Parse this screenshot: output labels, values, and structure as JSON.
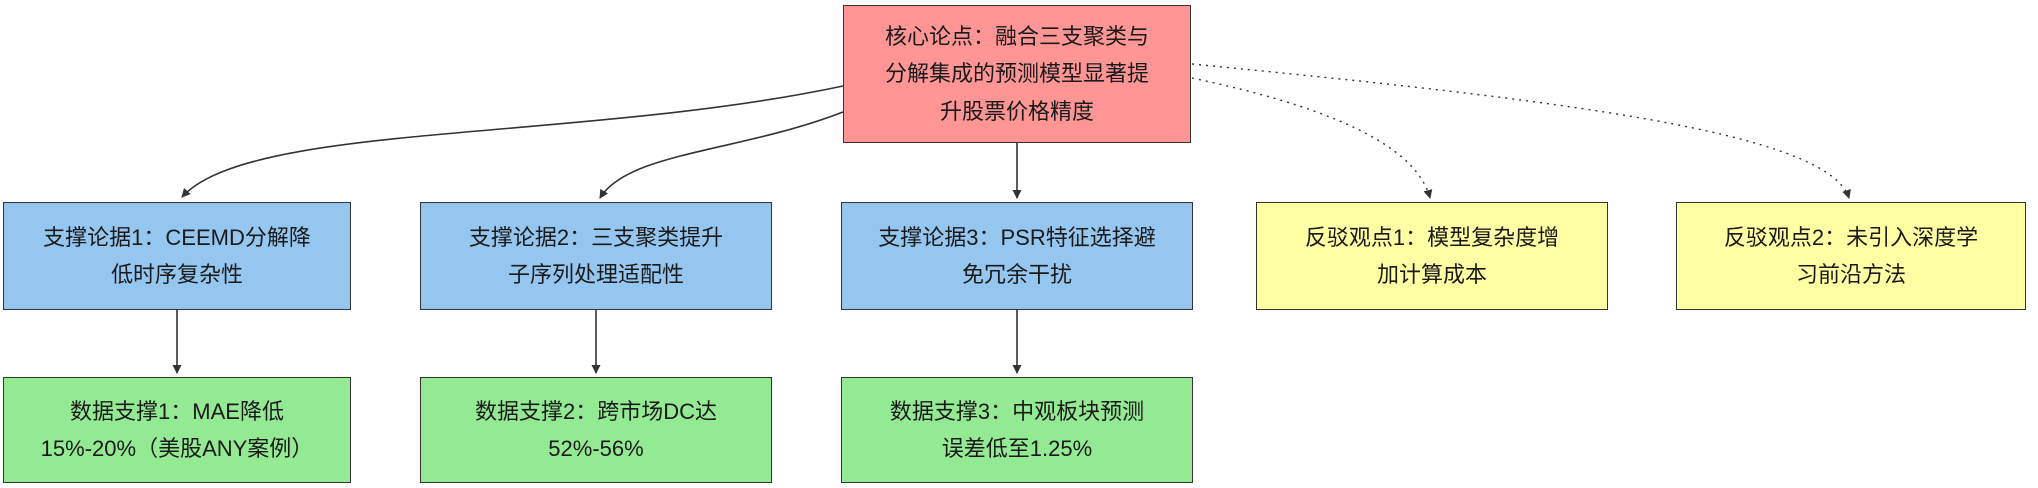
{
  "diagram": {
    "title": "argument-map",
    "colors": {
      "core_fill": "#ff9595",
      "support_fill": "#94c6f0",
      "counter_fill": "#ffffa3",
      "data_fill": "#93ea93",
      "border": "#333333",
      "edge": "#333333",
      "background": "#ffffff"
    },
    "nodes": {
      "core": {
        "role": "core-claim",
        "text": "核心论点：融合三支聚类与\n分解集成的预测模型显著提\n升股票价格精度"
      },
      "support1": {
        "role": "supporting-point",
        "text": "支撑论据1：CEEMD分解降\n低时序复杂性"
      },
      "support2": {
        "role": "supporting-point",
        "text": "支撑论据2：三支聚类提升\n子序列处理适配性"
      },
      "support3": {
        "role": "supporting-point",
        "text": "支撑论据3：PSR特征选择避\n免冗余干扰"
      },
      "counter1": {
        "role": "counter-point",
        "text": "反驳观点1：模型复杂度增\n加计算成本"
      },
      "counter2": {
        "role": "counter-point",
        "text": "反驳观点2：未引入深度学\n习前沿方法"
      },
      "data1": {
        "role": "evidence",
        "text": "数据支撑1：MAE降低\n15%-20%（美股ANY案例）"
      },
      "data2": {
        "role": "evidence",
        "text": "数据支撑2：跨市场DC达\n52%-56%"
      },
      "data3": {
        "role": "evidence",
        "text": "数据支撑3：中观板块预测\n误差低至1.25%"
      }
    },
    "edges": [
      {
        "from": "core",
        "to": "support1",
        "style": "solid"
      },
      {
        "from": "core",
        "to": "support2",
        "style": "solid"
      },
      {
        "from": "core",
        "to": "support3",
        "style": "solid"
      },
      {
        "from": "core",
        "to": "counter1",
        "style": "dotted"
      },
      {
        "from": "core",
        "to": "counter2",
        "style": "dotted"
      },
      {
        "from": "support1",
        "to": "data1",
        "style": "solid"
      },
      {
        "from": "support2",
        "to": "data2",
        "style": "solid"
      },
      {
        "from": "support3",
        "to": "data3",
        "style": "solid"
      }
    ]
  }
}
